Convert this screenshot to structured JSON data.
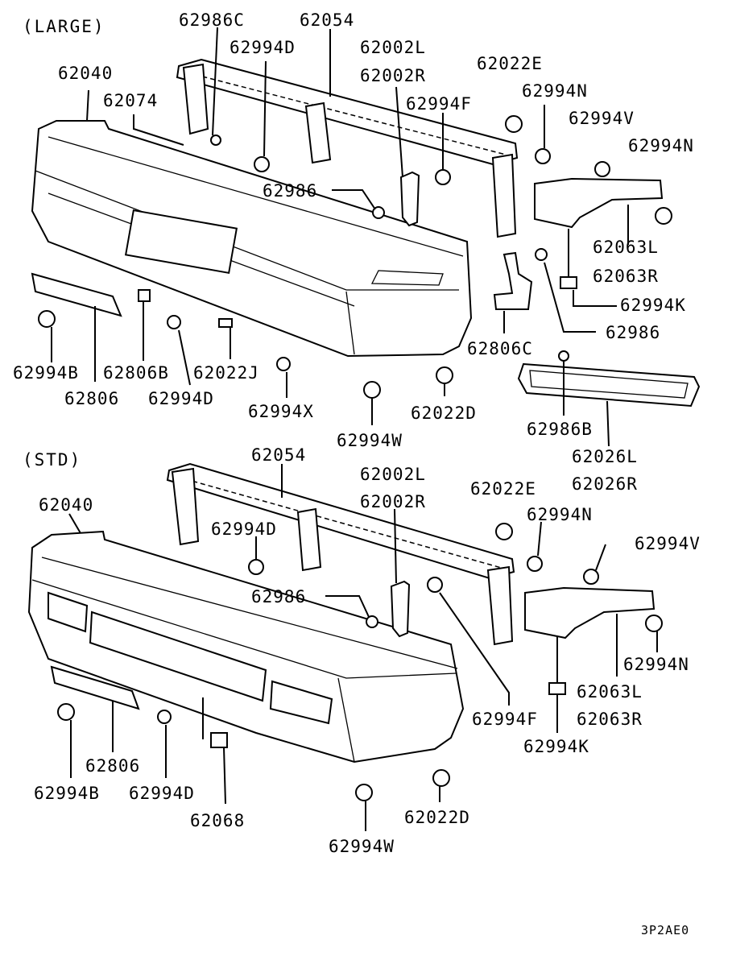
{
  "sections": {
    "large": "(LARGE)",
    "std": "(STD)"
  },
  "diagram_code": "3P2AE0",
  "large_labels": {
    "p62986C": "62986C",
    "p62054": "62054",
    "p62994D_top": "62994D",
    "p62002L": "62002L",
    "p62002R": "62002R",
    "p62022E": "62022E",
    "p62994N_top": "62994N",
    "p62040": "62040",
    "p62074": "62074",
    "p62994F": "62994F",
    "p62994V": "62994V",
    "p62994N_right": "62994N",
    "p62986": "62986",
    "p62063L": "62063L",
    "p62063R": "62063R",
    "p62994K": "62994K",
    "p62986_right": "62986",
    "p62806C": "62806C",
    "p62994B": "62994B",
    "p62806B": "62806B",
    "p62022J": "62022J",
    "p62806": "62806",
    "p62994D_bottom": "62994D",
    "p62994X": "62994X",
    "p62022D": "62022D",
    "p62986B": "62986B",
    "p62994W": "62994W",
    "p62026L": "62026L",
    "p62026R": "62026R"
  },
  "std_labels": {
    "p62054": "62054",
    "p62002L": "62002L",
    "p62002R": "62002R",
    "p62022E": "62022E",
    "p62040": "62040",
    "p62994N_top": "62994N",
    "p62994D": "62994D",
    "p62994V": "62994V",
    "p62986": "62986",
    "p62994N_right": "62994N",
    "p62063L": "62063L",
    "p62063R": "62063R",
    "p62994F": "62994F",
    "p62994K": "62994K",
    "p62806": "62806",
    "p62994B": "62994B",
    "p62994D_bottom": "62994D",
    "p62022D": "62022D",
    "p62068": "62068",
    "p62994W": "62994W"
  }
}
